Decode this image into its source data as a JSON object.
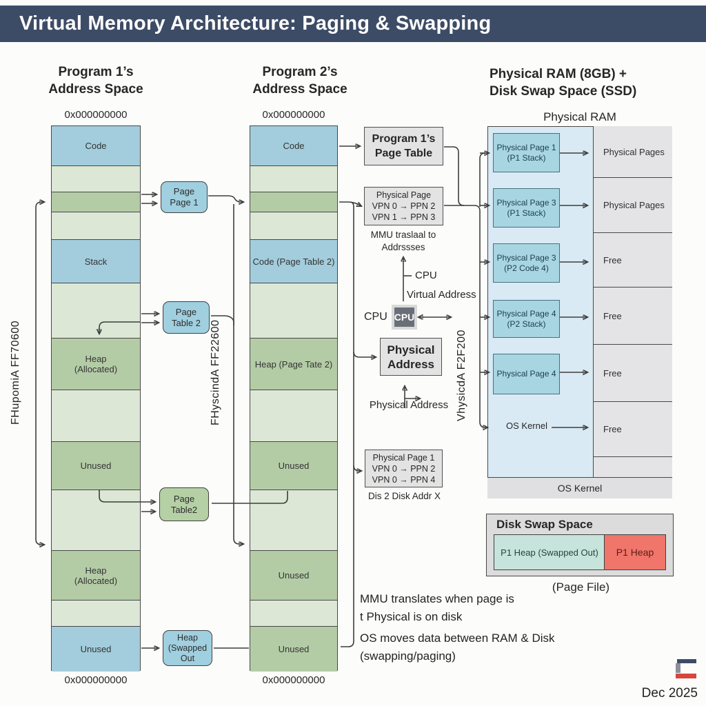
{
  "title": "Virtual Memory Architecture: Paging & Swapping",
  "columns": {
    "program1": {
      "header": "Program 1’s\nAddress Space",
      "addr_top": "0x000000000",
      "addr_bottom": "0x000000000",
      "side_label": "FHupomiA FF70600",
      "segments": [
        "Code",
        "",
        "",
        "",
        "Stack",
        "",
        "Heap\n(Allocated)",
        "",
        "Unused",
        "",
        "Heap\n(Allocated)",
        "",
        "Unused"
      ]
    },
    "program2": {
      "header": "Program 2’s\nAddress Space",
      "addr_top": "0x000000000",
      "addr_bottom": "0x000000000",
      "side_label": "FHyscindA FF22600",
      "segments": [
        "Code",
        "",
        "",
        "",
        "Code (Page Table 2)",
        "",
        "Heap (Page Tate 2)",
        "",
        "Unused",
        "",
        "Unused",
        "",
        "Unused"
      ]
    }
  },
  "page_boxes": {
    "page_page1": "Page\nPage 1",
    "page_table2_blue": "Page\nTable 2",
    "page_table2_green": "Page\nTable2",
    "heap_swapped_out": "Heap\n(Swapped\nOut"
  },
  "center": {
    "prog1_page_table": "Program 1’s\nPage Table",
    "vpn_top": "Physical Page\nVPN 0 → PPN 2\nVPN 1 → PPN 3",
    "mmu_note": "MMU traslaal to\nAddrssses",
    "cpu_tick_label": "CPU",
    "virtual_address": "Virtual Address",
    "cpu_side_label": "CPU",
    "cpu_chip": "CPU",
    "physical_address_box": "Physical\nAddress",
    "physical_address_label": "Physical Address",
    "vpn_bottom": "Physical Page 1\nVPN 0 → PPN 2\nVPN 0 → PPN 4",
    "disk_caption": "Dis 2 Disk Addr X"
  },
  "ram": {
    "header": "Physical RAM (8GB) +\nDisk Swap Space (SSD)",
    "label": "Physical RAM",
    "side_label": "VhysicdA F2F200",
    "pages": [
      "Physical Page 1\n(P1 Stack)",
      "Physical Page 3\n(P1 Stack)",
      "Physical Page 3\n(P2 Code 4)",
      "Physical Page 4\n(P2 Stack)",
      "Physical Page 4"
    ],
    "os_kernel_inline": "OS Kernel",
    "right_cells": [
      "Physical Pages",
      "Physical Pages",
      "Free",
      "Free",
      "Free",
      "Free"
    ],
    "os_kernel_strip": "OS Kernel"
  },
  "disk_swap": {
    "title": "Disk Swap Space",
    "swapped": "P1 Heap (Swapped Out)",
    "p1_heap": "P1 Heap",
    "caption": "(Page File)"
  },
  "annotations": {
    "line1": "MMU translates when page is",
    "line2": "t Physical is on disk",
    "line3": "OS moves data between RAM & Disk",
    "line4": "(swapping/paging)"
  },
  "footer": {
    "date": "Dec 2025"
  },
  "colors": {
    "title_bar": "#3d4c66",
    "segment_blue": "#a3cddc",
    "segment_light_green": "#dce7d5",
    "segment_dark_green": "#b4cca6",
    "page_box_blue": "#a0cfdf",
    "page_box_green": "#b5d0a5",
    "gray_box": "#e3e3e3",
    "ram_background": "#d9eaf4",
    "ram_page_blue": "#a8d5e2",
    "cpu_chip": "#696e77",
    "swap_teal": "#c6e4dc",
    "swap_red": "#f0756b",
    "logo_navy": "#3d4c66",
    "logo_red": "#d8453c"
  }
}
